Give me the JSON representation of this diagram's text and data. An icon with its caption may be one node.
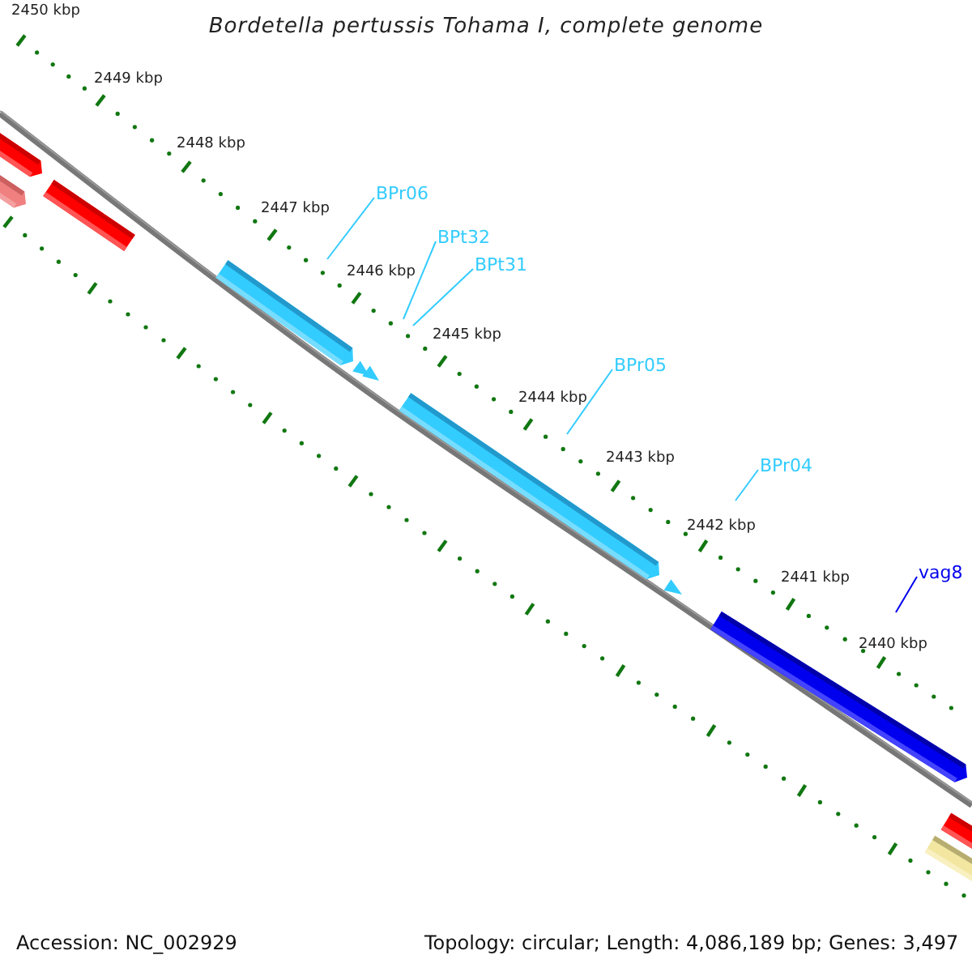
{
  "diagram": {
    "title": "Bordetella pertussis Tohama I, complete genome",
    "nodes": [
      {
        "text": [
          "BPr06"
        ]
      },
      {
        "text": [
          "BPt32"
        ]
      },
      {
        "text": [
          "BPt31"
        ]
      },
      {
        "text": [
          "BPr05"
        ]
      },
      {
        "text": [
          "BPr04"
        ]
      },
      {
        "text": [
          "vag8"
        ]
      }
    ],
    "edges": [
      {
        "from": 0,
        "to": null,
        "arrow": "none"
      },
      {
        "from": 1,
        "to": null,
        "arrow": "none"
      },
      {
        "from": 2,
        "to": null,
        "arrow": "none"
      },
      {
        "from": 3,
        "to": null,
        "arrow": "none"
      },
      {
        "from": 4,
        "to": null,
        "arrow": "none"
      },
      {
        "from": 5,
        "to": null,
        "arrow": "none",
        "color": "#0000ee"
      }
    ],
    "labels": [
      "2450 kbp",
      "2449 kbp",
      "2448 kbp",
      "2447 kbp",
      "2446 kbp",
      "2445 kbp",
      "2444 kbp",
      "2443 kbp",
      "2442 kbp",
      "2441 kbp",
      "2440 kbp",
      "Accession: NC_002929",
      "Topology: circular; Length: 4,086,189 bp; Genes: 3,497"
    ]
  }
}
